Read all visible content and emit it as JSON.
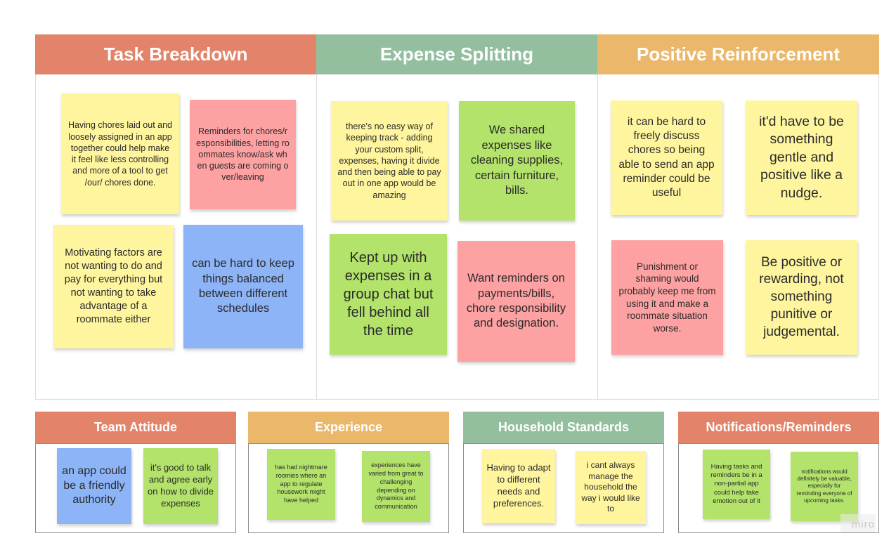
{
  "board": {
    "sections": [
      {
        "title": "Task Breakdown",
        "color": "#e2836a"
      },
      {
        "title": "Expense Splitting",
        "color": "#93bf9f"
      },
      {
        "title": "Positive Reinforcement",
        "color": "#ebb86b"
      }
    ],
    "small_sections": [
      {
        "title": "Team Attitude",
        "color": "#e2836a"
      },
      {
        "title": "Experience",
        "color": "#ebb86b"
      },
      {
        "title": "Household Standards",
        "color": "#93bf9f"
      },
      {
        "title": "Notifications/Reminders",
        "color": "#e2836a"
      }
    ],
    "notes": {
      "task": [
        "Having chores laid out and loosely assigned in an app together could help make it feel like less controlling and more of a tool to get /our/ chores done.",
        "Reminders for chores/responsibilities, letting roommates know/ask when guests are coming over/leaving",
        "Motivating factors are not wanting to do and pay for everything but not wanting to take advantage of a roommate either",
        "can be hard to keep things balanced between different schedules"
      ],
      "expense": [
        "there's no easy way of keeping track - adding your custom split, expenses, having it divide and then being able to pay out in one app would be amazing",
        "We shared expenses like cleaning supplies, certain furniture, bills.",
        "Kept up with expenses in a group chat but fell behind all the time",
        "Want reminders on payments/bills, chore responsibility and designation."
      ],
      "positive": [
        "it can be hard to freely discuss chores so being able to send an app reminder could be useful",
        "it'd have to be something gentle and positive like a nudge.",
        "Punishment or shaming would probably keep me from using it and make a roommate situation worse.",
        "Be positive or rewarding, not something punitive or judgemental."
      ],
      "team": [
        "an app could be a friendly authority",
        "it's good to talk and agree early on how to divide expenses"
      ],
      "experience": [
        "has had nightmare roomies where an app to regulate housework might have helped",
        "experiences have varied from great to challenging depending on dynamics and communication"
      ],
      "household": [
        "Having to adapt to different needs and preferences.",
        "i cant always manage the household the way i would like to"
      ],
      "notifications": [
        "Having tasks and reminders be in a non-partial app could help take emotion out of it",
        "notifications would definitely be valuable, especially for reminding everyone of upcoming tasks."
      ]
    },
    "colors": {
      "yellow": "#fef59e",
      "pink": "#fda1a2",
      "green": "#b3e36a",
      "blue": "#8cb4f7"
    }
  },
  "watermark": "miro"
}
